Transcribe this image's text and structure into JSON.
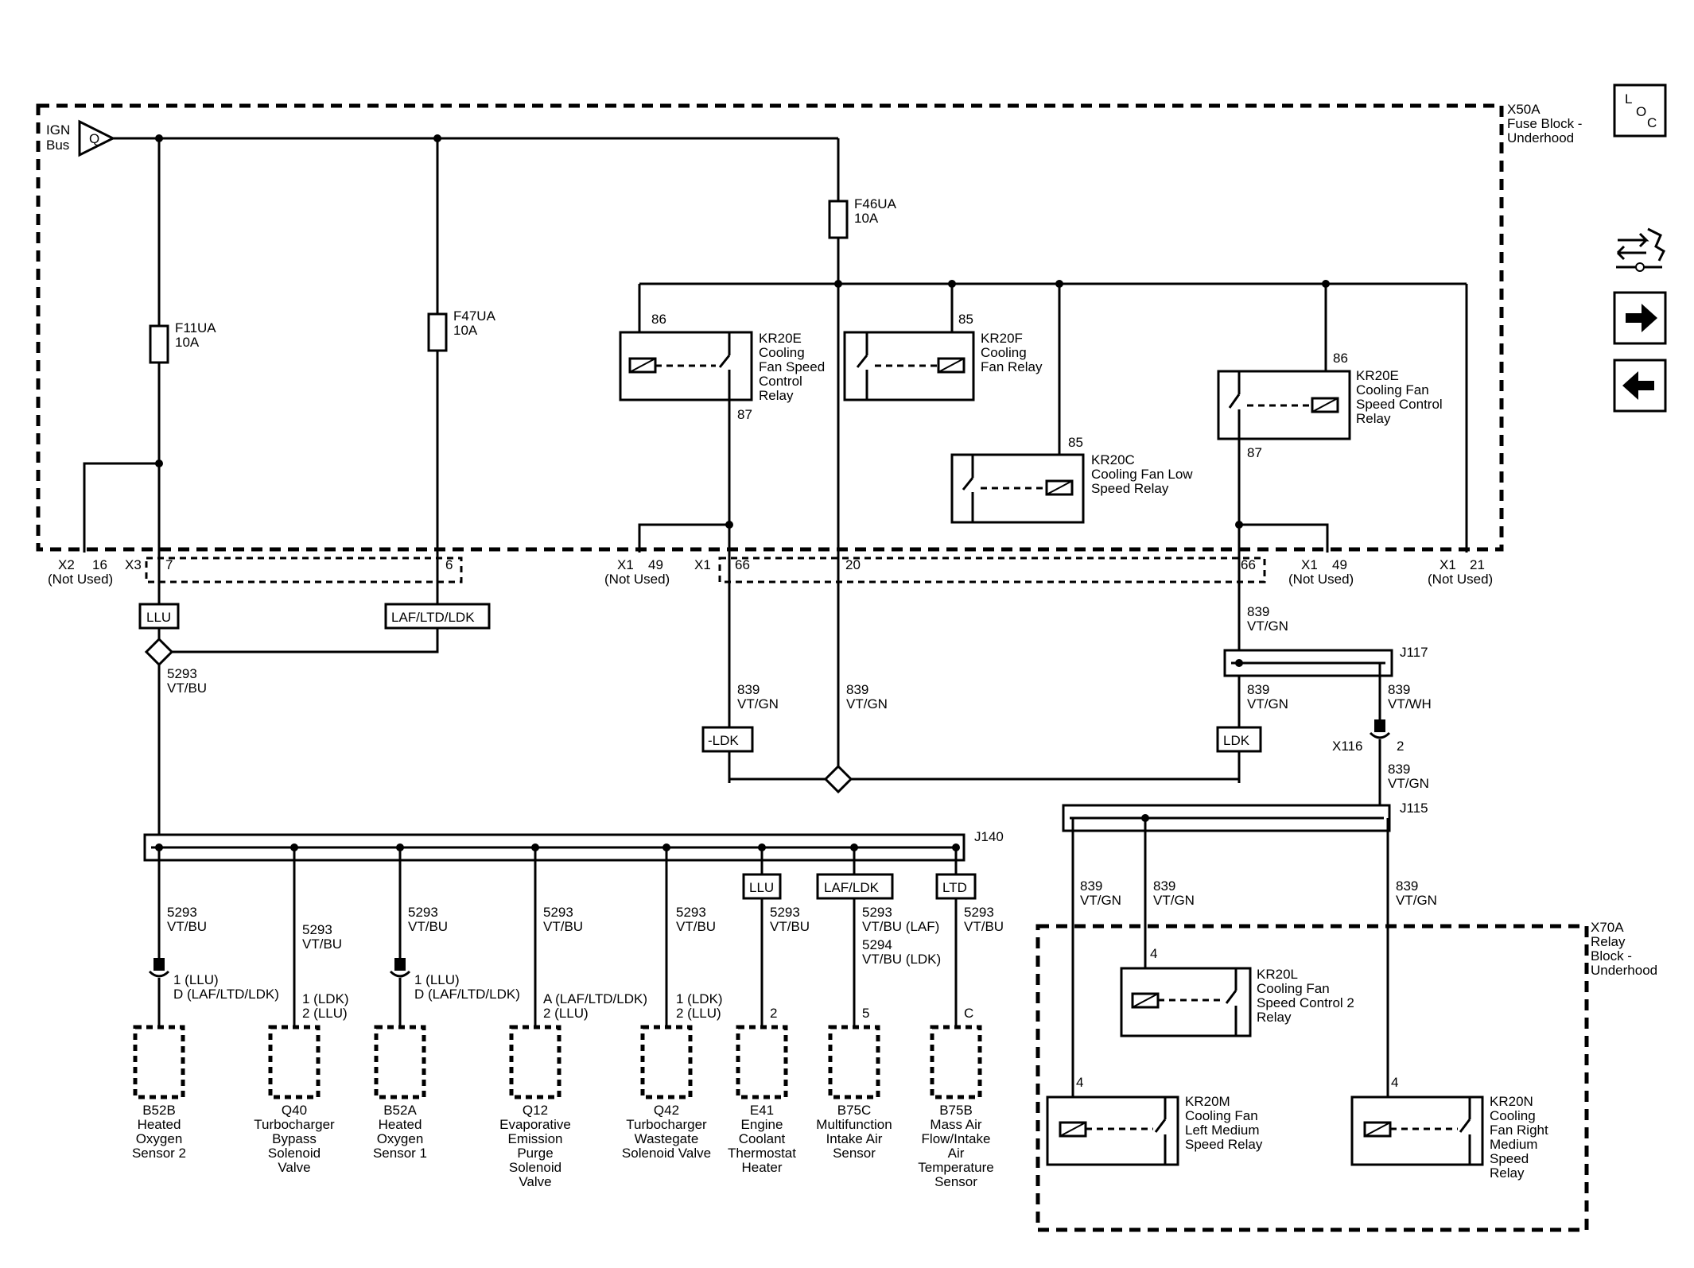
{
  "ign_bus": {
    "l1": "IGN",
    "l2": "Bus",
    "q": "Q"
  },
  "loc": {
    "l": "L",
    "o": "O",
    "c": "C"
  },
  "x50a": {
    "l1": "X50A",
    "l2": "Fuse Block -",
    "l3": "Underhood"
  },
  "x70a": {
    "l1": "X70A",
    "l2": "Relay",
    "l3": "Block -",
    "l4": "Underhood"
  },
  "fuses": {
    "f11ua": {
      "name": "F11UA",
      "rating": "10A"
    },
    "f47ua": {
      "name": "F47UA",
      "rating": "10A"
    },
    "f46ua": {
      "name": "F46UA",
      "rating": "10A"
    }
  },
  "relays": {
    "kr20e_a": {
      "l1": "KR20E",
      "l2": "Cooling",
      "l3": "Fan Speed",
      "l4": "Control",
      "l5": "Relay",
      "pin_top": "86",
      "pin_bot": "87"
    },
    "kr20f": {
      "l1": "KR20F",
      "l2": "Cooling",
      "l3": "Fan Relay",
      "pin_top": "85"
    },
    "kr20c": {
      "l1": "KR20C",
      "l2": "Cooling Fan Low",
      "l3": "Speed Relay",
      "pin_top": "85"
    },
    "kr20e_b": {
      "l1": "KR20E",
      "l2": "Cooling Fan",
      "l3": "Speed Control",
      "l4": "Relay",
      "pin_top": "86",
      "pin_bot": "87"
    },
    "kr20l": {
      "l1": "KR20L",
      "l2": "Cooling Fan",
      "l3": "Speed Control 2",
      "l4": "Relay",
      "pin": "4"
    },
    "kr20m": {
      "l1": "KR20M",
      "l2": "Cooling Fan",
      "l3": "Left Medium",
      "l4": "Speed Relay",
      "pin": "4"
    },
    "kr20n": {
      "l1": "KR20N",
      "l2": "Cooling",
      "l3": "Fan Right",
      "l4": "Medium",
      "l5": "Speed",
      "l6": "Relay",
      "pin": "4"
    }
  },
  "connectors": {
    "x2_16": {
      "conn": "X2",
      "pin": "16",
      "note": "(Not Used)"
    },
    "x3": {
      "conn": "X3",
      "pin7": "7",
      "pin6": "6"
    },
    "x1_49a": {
      "conn": "X1",
      "pin": "49",
      "note": "(Not Used)"
    },
    "x1_mid": {
      "conn": "X1",
      "pin66": "66",
      "pin20": "20",
      "pin66b": "66"
    },
    "x1_49b": {
      "conn": "X1",
      "pin": "49",
      "note": "(Not Used)"
    },
    "x1_21": {
      "conn": "X1",
      "pin": "21",
      "note": "(Not Used)"
    },
    "x116": {
      "conn": "X116",
      "pin": "2"
    }
  },
  "options": {
    "llu": "LLU",
    "laf_ltd_ldk": "LAF/LTD/LDK",
    "not_ldk": "-LDK",
    "ldk": "LDK",
    "llu2": "LLU",
    "laf_ldk": "LAF/LDK",
    "ltd": "LTD"
  },
  "splices": {
    "j117": "J117",
    "j115": "J115",
    "j140": "J140"
  },
  "wires": {
    "w5293": {
      "n": "5293",
      "c": "VT/BU"
    },
    "w5294": {
      "n": "5294",
      "c": "VT/BU  (LDK)"
    },
    "w5293laf": {
      "n": "5293",
      "c": "VT/BU  (LAF)"
    },
    "w839gn": {
      "n": "839",
      "c": "VT/GN"
    },
    "w839wh": {
      "n": "839",
      "c": "VT/WH"
    }
  },
  "loads": {
    "b52b": {
      "l1": "B52B",
      "l2": "Heated",
      "l3": "Oxygen",
      "l4": "Sensor 2",
      "p1": "1 (LLU)",
      "p2": "D  (LAF/LTD/LDK)"
    },
    "q40": {
      "l1": "Q40",
      "l2": "Turbocharger",
      "l3": "Bypass",
      "l4": "Solenoid",
      "l5": "Valve",
      "p1": "1 (LDK)",
      "p2": "2  (LLU)"
    },
    "b52a": {
      "l1": "B52A",
      "l2": "Heated",
      "l3": "Oxygen",
      "l4": "Sensor 1",
      "p1": "1 (LLU)",
      "p2": "D  (LAF/LTD/LDK)"
    },
    "q12": {
      "l1": "Q12",
      "l2": "Evaporative",
      "l3": "Emission",
      "l4": "Purge",
      "l5": "Solenoid",
      "l6": "Valve",
      "p1": "A  (LAF/LTD/LDK)",
      "p2": "2  (LLU)"
    },
    "q42": {
      "l1": "Q42",
      "l2": "Turbocharger",
      "l3": "Wastegate",
      "l4": "Solenoid Valve",
      "p1": "1 (LDK)",
      "p2": "2  (LLU)"
    },
    "e41": {
      "l1": "E41",
      "l2": "Engine",
      "l3": "Coolant",
      "l4": "Thermostat",
      "l5": "Heater",
      "p1": "2"
    },
    "b75c": {
      "l1": "B75C",
      "l2": "Multifunction",
      "l3": "Intake Air",
      "l4": "Sensor",
      "p1": "5"
    },
    "b75b": {
      "l1": "B75B",
      "l2": "Mass Air",
      "l3": "Flow/Intake",
      "l4": "Air",
      "l5": "Temperature",
      "l6": "Sensor",
      "p1": "C"
    }
  }
}
